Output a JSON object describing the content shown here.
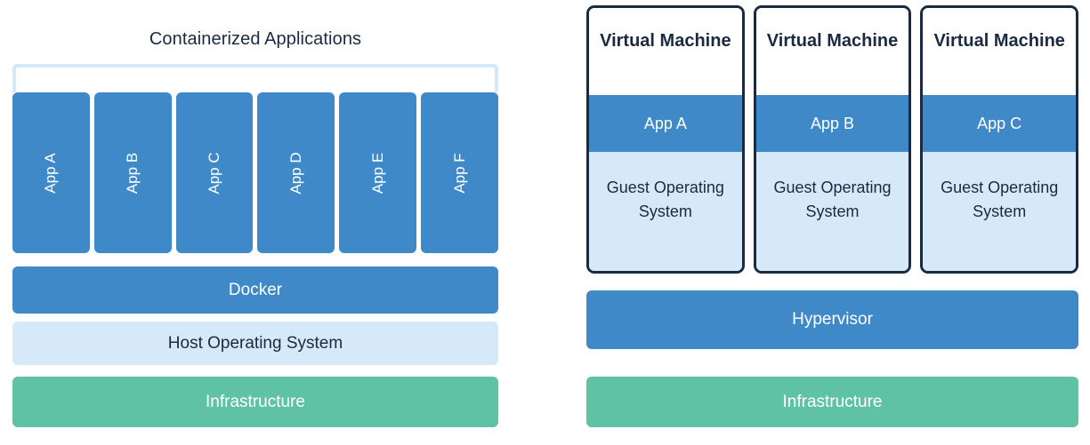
{
  "diagram": {
    "title_left": "Containerized Applications",
    "colors": {
      "blue": "#4089c8",
      "light_blue": "#d6e9f8",
      "green": "#5fc2a4",
      "navy": "#1b2a41",
      "background": "#ffffff"
    }
  },
  "left": {
    "title": "Containerized Applications",
    "apps": [
      {
        "label": "App A"
      },
      {
        "label": "App B"
      },
      {
        "label": "App C"
      },
      {
        "label": "App D"
      },
      {
        "label": "App E"
      },
      {
        "label": "App F"
      }
    ],
    "layers": [
      {
        "label": "Docker",
        "color": "blue"
      },
      {
        "label": "Host Operating System",
        "color": "light_blue"
      },
      {
        "label": "Infrastructure",
        "color": "green"
      }
    ],
    "docker_label": "Docker",
    "host_os_label": "Host Operating System",
    "infrastructure_label": "Infrastructure"
  },
  "right": {
    "vms": [
      {
        "title": "Virtual Machine",
        "app": "App A",
        "guest_os": "Guest Operating System"
      },
      {
        "title": "Virtual Machine",
        "app": "App B",
        "guest_os": "Guest Operating System"
      },
      {
        "title": "Virtual Machine",
        "app": "App C",
        "guest_os": "Guest Operating System"
      }
    ],
    "layers": [
      {
        "label": "Hypervisor",
        "color": "blue"
      },
      {
        "label": "Infrastructure",
        "color": "green"
      }
    ],
    "hypervisor_label": "Hypervisor",
    "infrastructure_label": "Infrastructure"
  }
}
